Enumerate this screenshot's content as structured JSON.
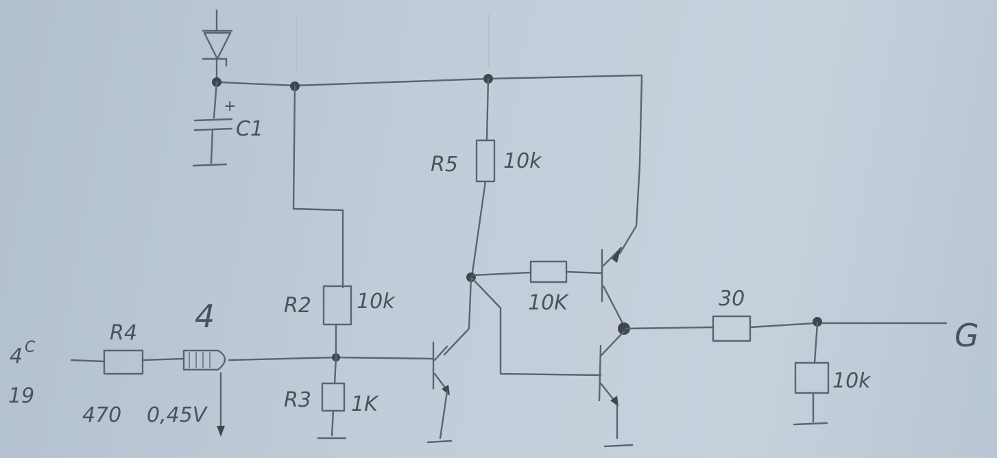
{
  "labels": {
    "c1": "C1",
    "c1_plus": "+",
    "r5": "R5",
    "r5_value": "10k",
    "r2": "R2",
    "r2_value": "10k",
    "r3": "R3",
    "r3_value": "1K",
    "r4": "R4",
    "r4_value": "470",
    "led_number": "4",
    "led_voltage": "0,45V",
    "base_resistor_value": "10K",
    "out_resistor_value": "30",
    "out_divider_value": "10k",
    "output": "G",
    "input_line1": "4",
    "input_line1_sup": "C",
    "input_line2": "19"
  },
  "colors": {
    "paper": "#c0ccd8",
    "pencil": "#5b6470"
  }
}
